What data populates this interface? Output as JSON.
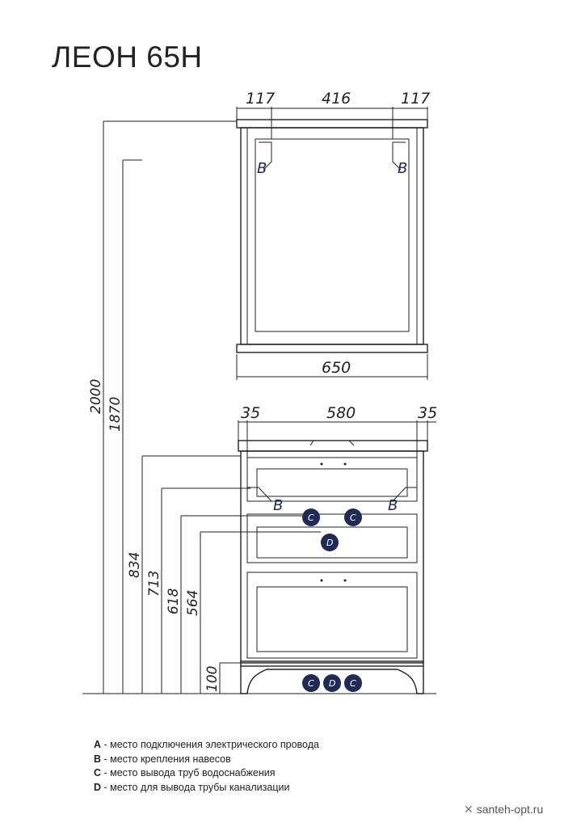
{
  "title": "ЛЕОН 65Н",
  "dims": {
    "mirror_left": "117",
    "mirror_mid": "416",
    "mirror_right": "117",
    "mirror_width": "650",
    "cab_left": "35",
    "cab_mid": "580",
    "cab_right": "35",
    "h_2000": "2000",
    "h_1870": "1870",
    "h_834": "834",
    "h_713": "713",
    "h_618": "618",
    "h_564": "564",
    "h_100": "100"
  },
  "markers": {
    "b": "B",
    "c": "C",
    "d": "D"
  },
  "legend": [
    {
      "key": "A",
      "text": " - место подключения электрического провода"
    },
    {
      "key": "B",
      "text": " - место крепления навесов"
    },
    {
      "key": "C",
      "text": " - место вывода труб водоснабжения"
    },
    {
      "key": "D",
      "text": " - место для вывода трубы канализации"
    }
  ],
  "watermark": "santeh-opt.ru",
  "colors": {
    "line": "#222222",
    "marker_fill": "#1f2a55"
  }
}
